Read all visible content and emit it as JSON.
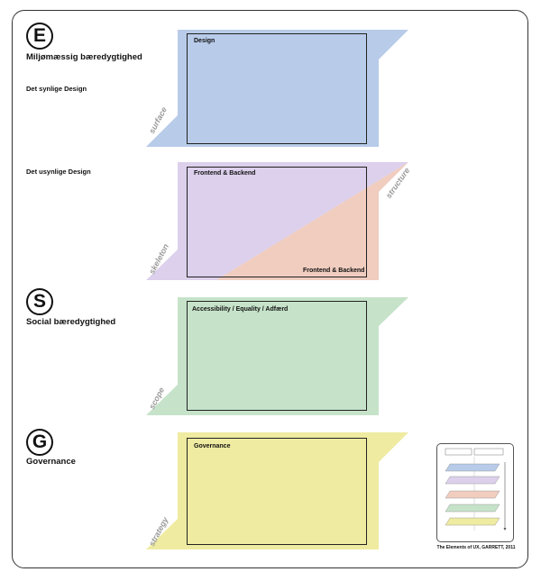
{
  "sections": {
    "environment": {
      "letter": "E",
      "title": "Miljømæssig bæredygtighed",
      "visible_design": "Det synlige Design",
      "invisible_design": "Det usynlige Design"
    },
    "social": {
      "letter": "S",
      "title": "Social bæredygtighed"
    },
    "governance": {
      "letter": "G",
      "title": "Governance"
    }
  },
  "planes": {
    "surface": {
      "word": "surface",
      "box_title": "Design",
      "color": "#b8cbe9"
    },
    "skeleton": {
      "word": "skeleton",
      "box_title": "Frontend & Backend",
      "color": "#dcd0ec"
    },
    "structure": {
      "word": "structure",
      "box_title": "Frontend & Backend",
      "color": "#f0cdbf"
    },
    "scope": {
      "word": "scope",
      "box_title": "Accessibility / Equality / Adfærd",
      "color": "#c6e3c9"
    },
    "strategy": {
      "word": "strategy",
      "box_title": "Governance",
      "color": "#efeba1"
    }
  },
  "reference": {
    "caption": "The Elements of UX, GARRETT, 2011"
  }
}
